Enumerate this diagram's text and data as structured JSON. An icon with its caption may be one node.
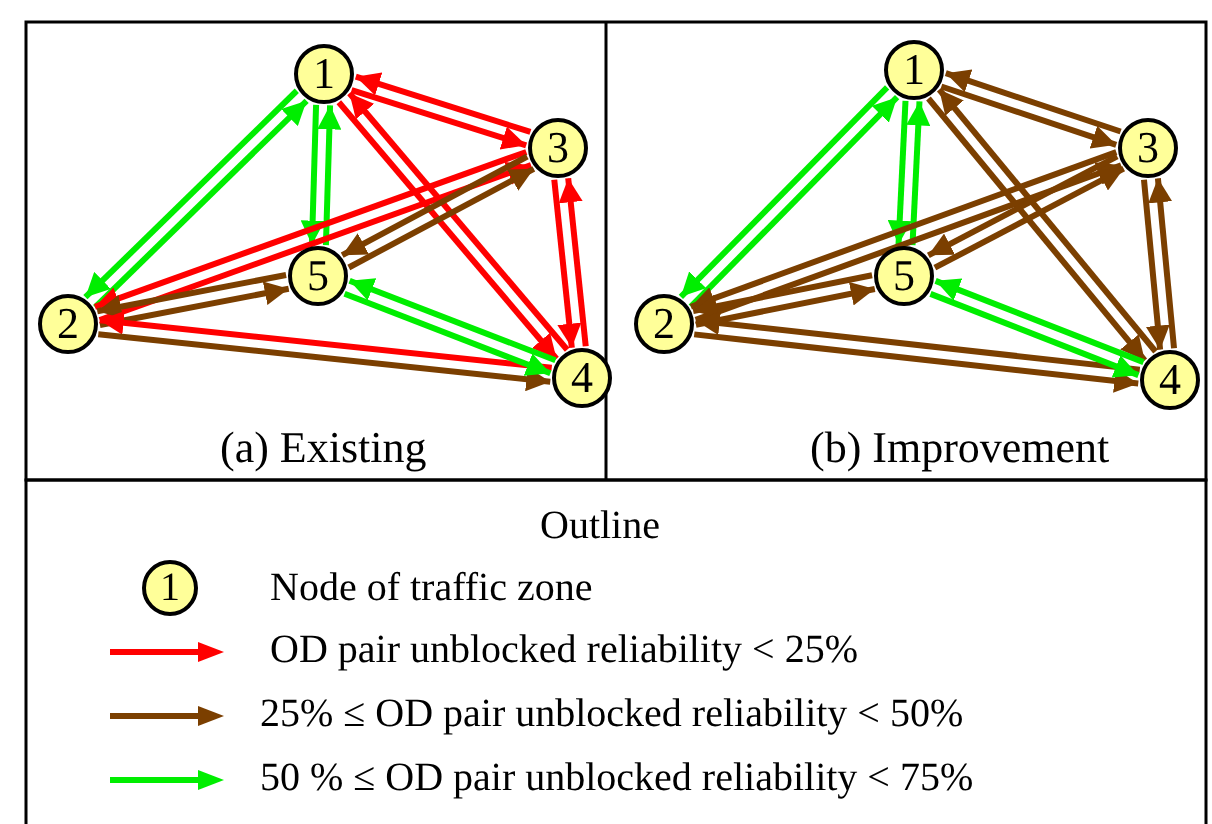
{
  "diagram": {
    "nodes": [
      {
        "text": [
          "1"
        ]
      },
      {
        "text": [
          "2"
        ]
      },
      {
        "text": [
          "3"
        ]
      },
      {
        "text": [
          "4"
        ]
      },
      {
        "text": [
          "5"
        ]
      },
      {
        "text": [
          "1"
        ]
      },
      {
        "text": [
          "2"
        ]
      },
      {
        "text": [
          "3"
        ]
      },
      {
        "text": [
          "4"
        ]
      },
      {
        "text": [
          "5"
        ]
      },
      {
        "text": [
          "1"
        ],
        "beside": [
          "Node of traffic zone"
        ]
      }
    ],
    "edges": [
      {
        "from": 0,
        "to": 1,
        "arrow": "to",
        "color": "#00ee00"
      },
      {
        "from": 1,
        "to": 0,
        "arrow": "to",
        "color": "#00ee00"
      },
      {
        "from": 0,
        "to": 4,
        "arrow": "to",
        "color": "#00ee00"
      },
      {
        "from": 4,
        "to": 0,
        "arrow": "to",
        "color": "#00ee00"
      },
      {
        "from": 0,
        "to": 2,
        "arrow": "to",
        "color": "#ff0000"
      },
      {
        "from": 2,
        "to": 0,
        "arrow": "to",
        "color": "#ff0000"
      },
      {
        "from": 0,
        "to": 3,
        "arrow": "to",
        "color": "#ff0000"
      },
      {
        "from": 3,
        "to": 0,
        "arrow": "to",
        "color": "#ff0000"
      },
      {
        "from": 2,
        "to": 1,
        "arrow": "to",
        "color": "#ff0000"
      },
      {
        "from": 1,
        "to": 2,
        "arrow": "to",
        "color": "#ff0000"
      },
      {
        "from": 2,
        "to": 4,
        "arrow": "to"
      },
      {
        "from": 4,
        "to": 2,
        "arrow": "to"
      },
      {
        "from": 4,
        "to": 1,
        "arrow": "to"
      },
      {
        "from": 1,
        "to": 4,
        "arrow": "to"
      },
      {
        "from": 3,
        "to": 1,
        "arrow": "to",
        "color": "#ff0000"
      },
      {
        "from": 1,
        "to": 3,
        "arrow": "to"
      },
      {
        "from": 3,
        "to": 4,
        "arrow": "to",
        "color": "#00ee00"
      },
      {
        "from": 4,
        "to": 3,
        "arrow": "to",
        "color": "#00ee00"
      },
      {
        "from": 2,
        "to": 3,
        "arrow": "to",
        "color": "#ff0000"
      },
      {
        "from": 3,
        "to": 2,
        "arrow": "to",
        "color": "#ff0000"
      },
      {
        "from": 5,
        "to": 6,
        "arrow": "to",
        "color": "#00ee00"
      },
      {
        "from": 6,
        "to": 5,
        "arrow": "to",
        "color": "#00ee00"
      },
      {
        "from": 5,
        "to": 9,
        "arrow": "to",
        "color": "#00ee00"
      },
      {
        "from": 9,
        "to": 5,
        "arrow": "to",
        "color": "#00ee00"
      },
      {
        "from": 5,
        "to": 7,
        "arrow": "to"
      },
      {
        "from": 7,
        "to": 5,
        "arrow": "to"
      },
      {
        "from": 5,
        "to": 8,
        "arrow": "to"
      },
      {
        "from": 8,
        "to": 5,
        "arrow": "to"
      },
      {
        "from": 7,
        "to": 6,
        "arrow": "to"
      },
      {
        "from": 6,
        "to": 7,
        "arrow": "to"
      },
      {
        "from": 7,
        "to": 9,
        "arrow": "to"
      },
      {
        "from": 9,
        "to": 7,
        "arrow": "to"
      },
      {
        "from": 9,
        "to": 6,
        "arrow": "to"
      },
      {
        "from": 6,
        "to": 9,
        "arrow": "to"
      },
      {
        "from": 8,
        "to": 6,
        "arrow": "to"
      },
      {
        "from": 6,
        "to": 8,
        "arrow": "to"
      },
      {
        "from": 8,
        "to": 9,
        "arrow": "to",
        "color": "#00ee00"
      },
      {
        "from": 9,
        "to": 8,
        "arrow": "to",
        "color": "#00ee00"
      },
      {
        "from": 7,
        "to": 8,
        "arrow": "to"
      },
      {
        "from": 8,
        "to": 7,
        "arrow": "to"
      }
    ],
    "labels": [
      "(a) Existing",
      "(b) Improvement",
      "Outline"
    ],
    "legend": [
      {
        "text": "OD pair unblocked reliability < 25%",
        "color": "#ff0000"
      },
      {
        "text": "25% ≤ OD pair unblocked reliability < 50%",
        "color": "#7b3f00"
      },
      {
        "text": "50 % ≤ OD pair unblocked reliability < 75%",
        "color": "#00ee00"
      }
    ]
  }
}
